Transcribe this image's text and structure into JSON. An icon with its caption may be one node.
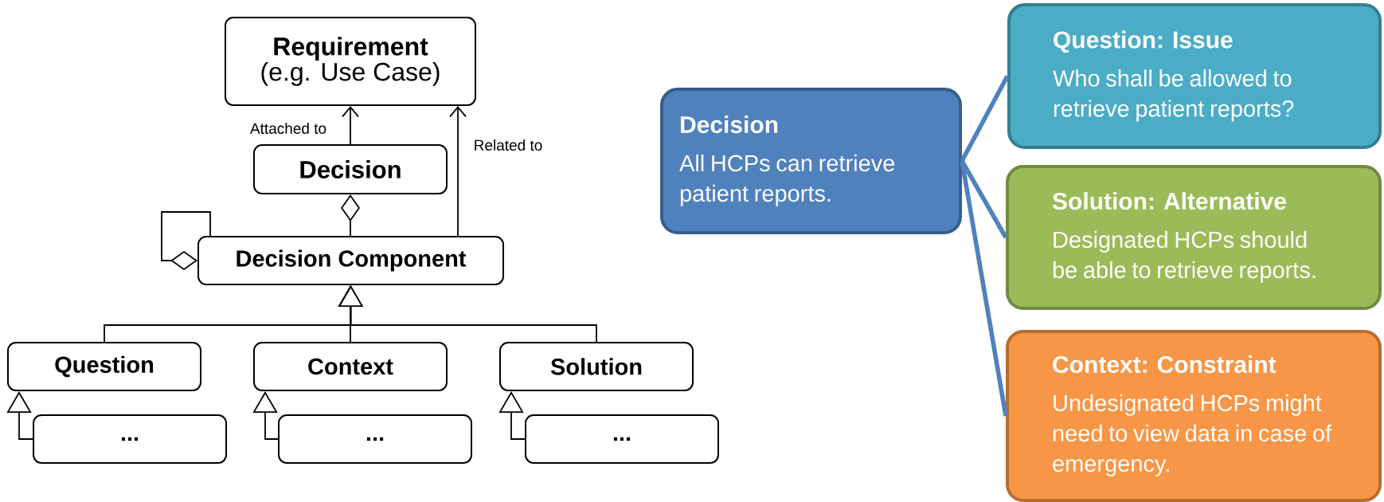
{
  "diagram": {
    "nodes": [
      {
        "text": [
          "Requirement",
          "(e.g. Use Case)"
        ]
      },
      {
        "text": [
          "Decision"
        ]
      },
      {
        "text": [
          "Decision Component"
        ]
      },
      {
        "text": [
          "Question"
        ]
      },
      {
        "text": [
          "Context"
        ]
      },
      {
        "text": [
          "Solution"
        ]
      },
      {
        "text": [
          "..."
        ]
      },
      {
        "text": [
          "..."
        ]
      },
      {
        "text": [
          "..."
        ]
      },
      {
        "text": [
          "Decision",
          "All HCPs can retrieve patient reports."
        ]
      },
      {
        "text": [
          "Question: Issue",
          "Who shall be allowed to retrieve patient reports?"
        ]
      },
      {
        "text": [
          "Solution: Alternative",
          "Designated HCPs should be able to retrieve reports."
        ]
      },
      {
        "text": [
          "Context: Constraint",
          "Undesignated HCPs might need to view data in case of emergency."
        ]
      }
    ],
    "edges": [
      {
        "from": 1,
        "to": 0,
        "arrow": "to",
        "label": "Attached to"
      },
      {
        "from": 2,
        "to": 0,
        "arrow": "to",
        "label": "Related to"
      },
      {
        "from": 2,
        "to": 1,
        "arrow": "other"
      },
      {
        "from": 2,
        "to": 2,
        "arrow": "other"
      },
      {
        "from": 3,
        "to": 2,
        "arrow": "to"
      },
      {
        "from": 4,
        "to": 2,
        "arrow": "to"
      },
      {
        "from": 5,
        "to": 2,
        "arrow": "to"
      },
      {
        "from": 6,
        "to": 3,
        "arrow": "to"
      },
      {
        "from": 7,
        "to": 4,
        "arrow": "to"
      },
      {
        "from": 8,
        "to": 5,
        "arrow": "to"
      },
      {
        "from": 9,
        "to": 10,
        "arrow": "none",
        "style": "thick",
        "color": "#4f81bd"
      },
      {
        "from": 9,
        "to": 11,
        "arrow": "none",
        "style": "thick",
        "color": "#4f81bd"
      },
      {
        "from": 9,
        "to": 12,
        "arrow": "none",
        "style": "thick",
        "color": "#4f81bd"
      }
    ]
  }
}
